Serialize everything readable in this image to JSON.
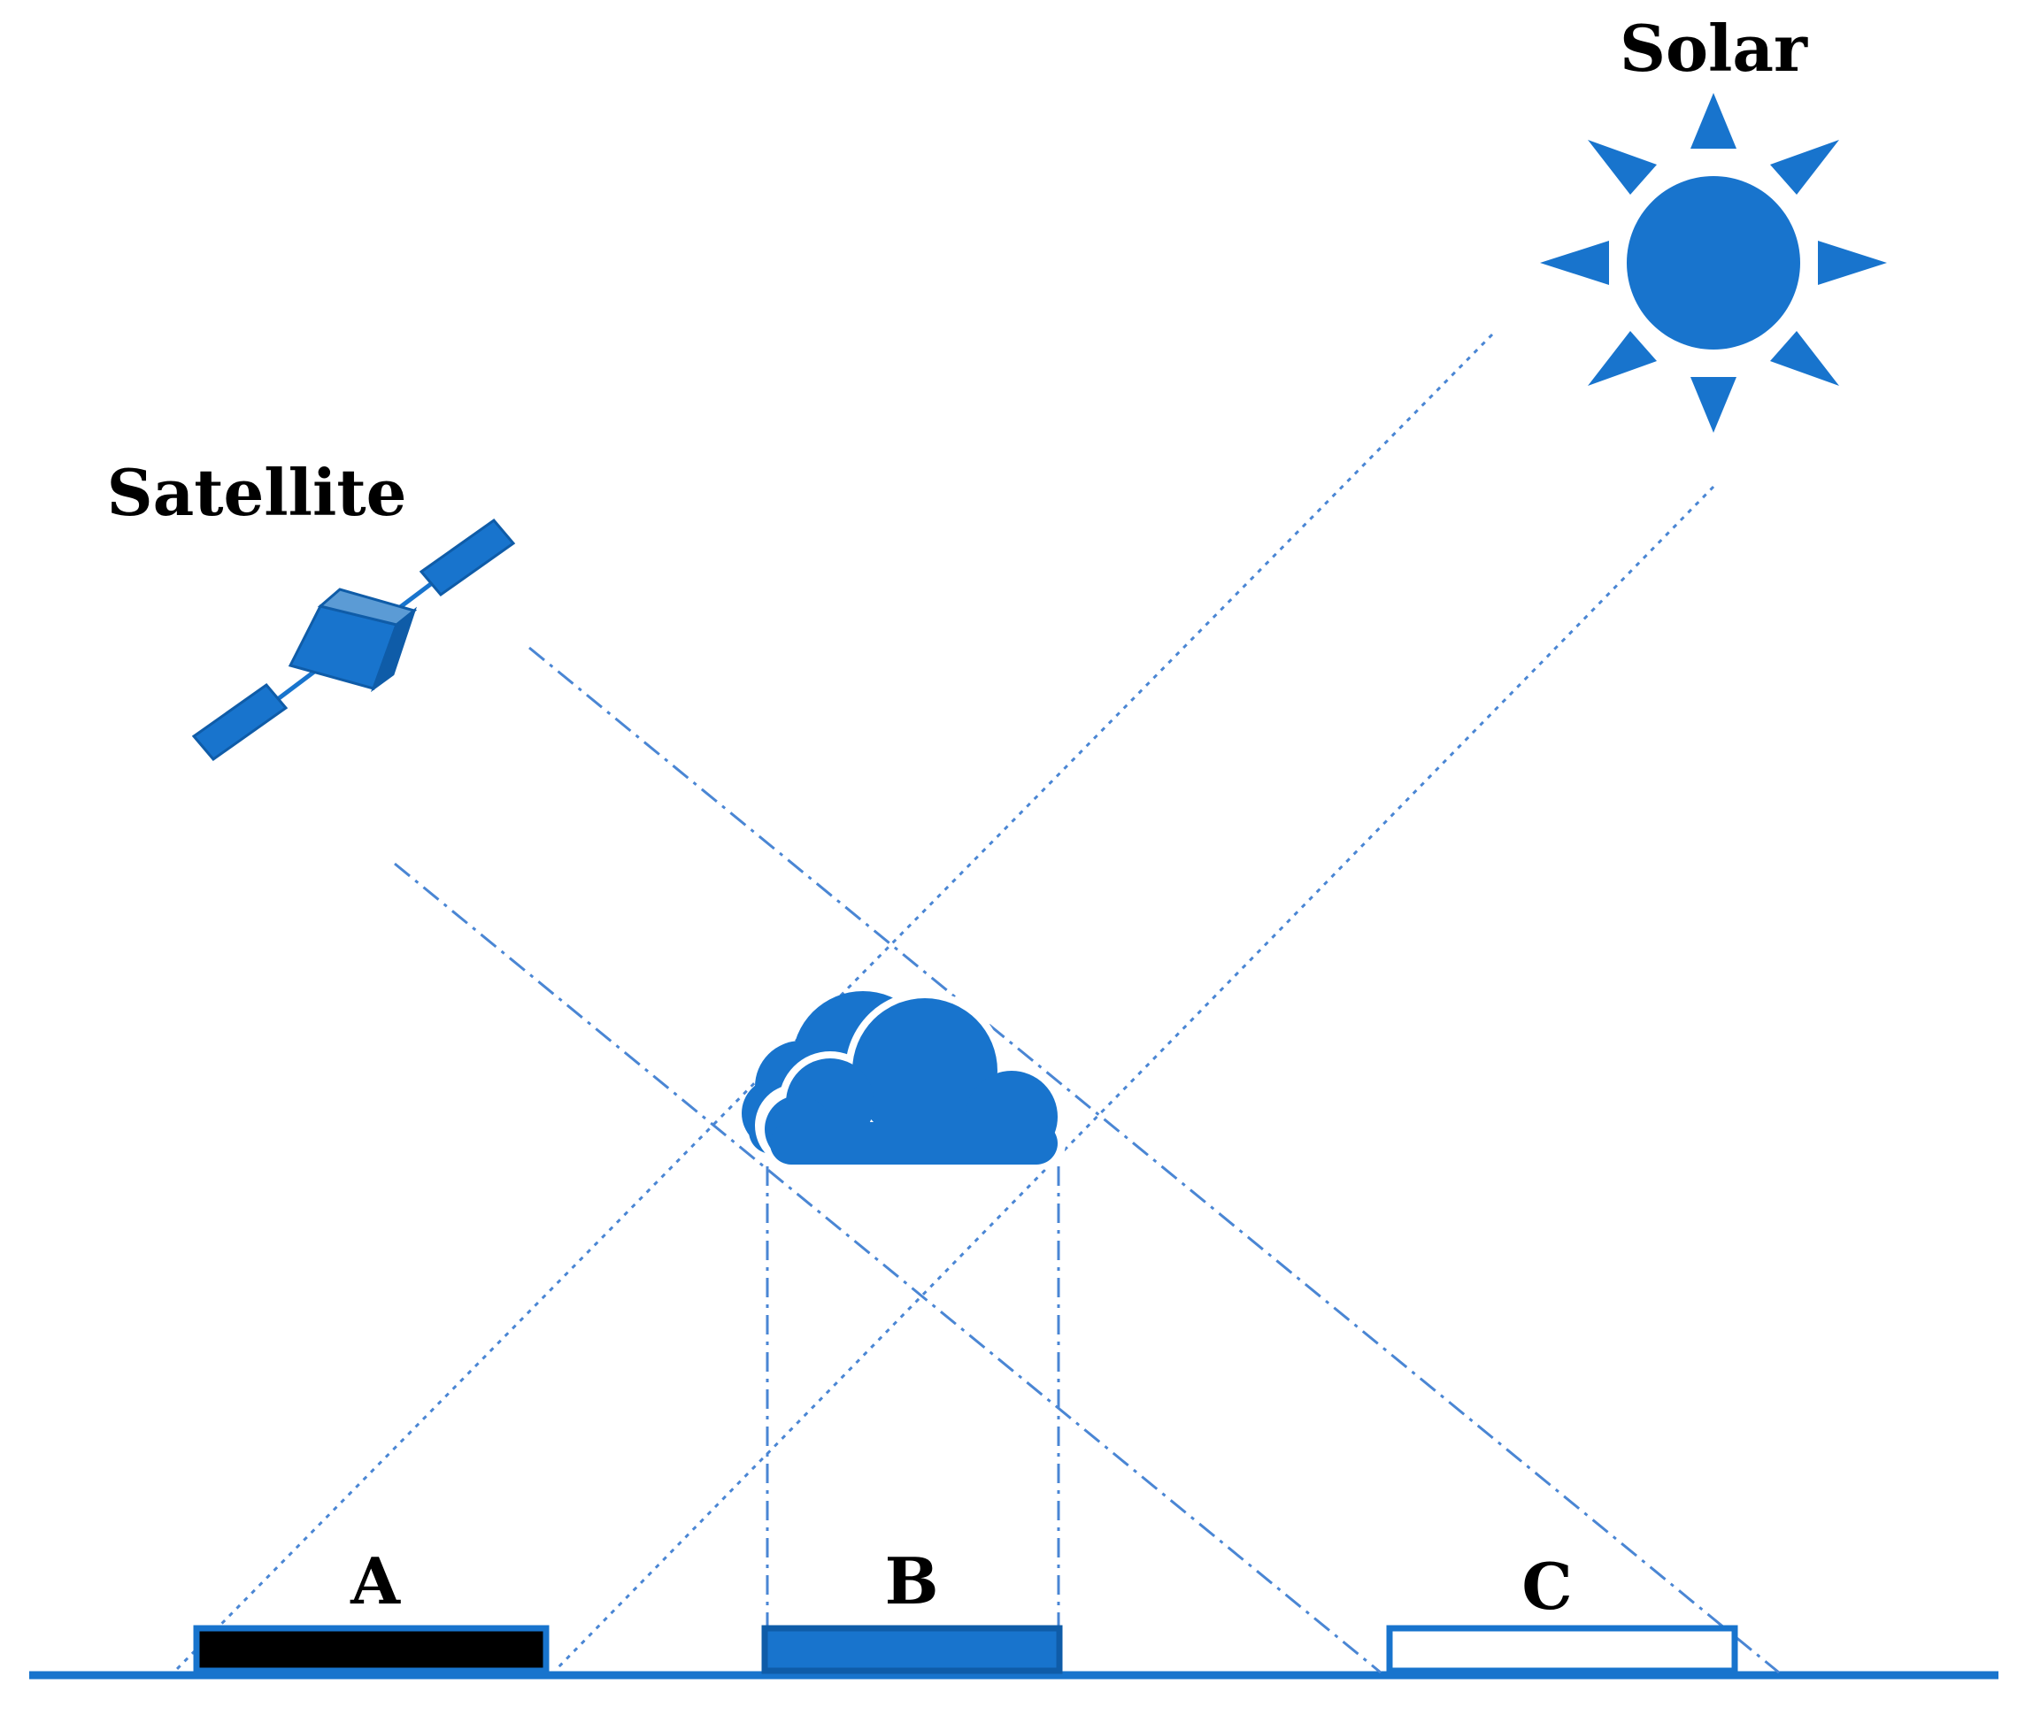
{
  "labels": {
    "solar": "Solar",
    "satellite": "Satellite",
    "region_a": "A",
    "region_b": "B",
    "region_c": "C"
  },
  "colors": {
    "primary_blue": "#1874CD",
    "dark_blue": "#0F5CA8",
    "light_blue": "#5B9BD5",
    "region_a_fill": "#000000",
    "region_b_fill": "#1874CD",
    "region_c_fill": "#FFFFFF",
    "line_color": "#4A86D4"
  },
  "icons": {
    "sun": "sun-icon",
    "satellite": "satellite-icon",
    "cloud": "cloud-icon"
  }
}
